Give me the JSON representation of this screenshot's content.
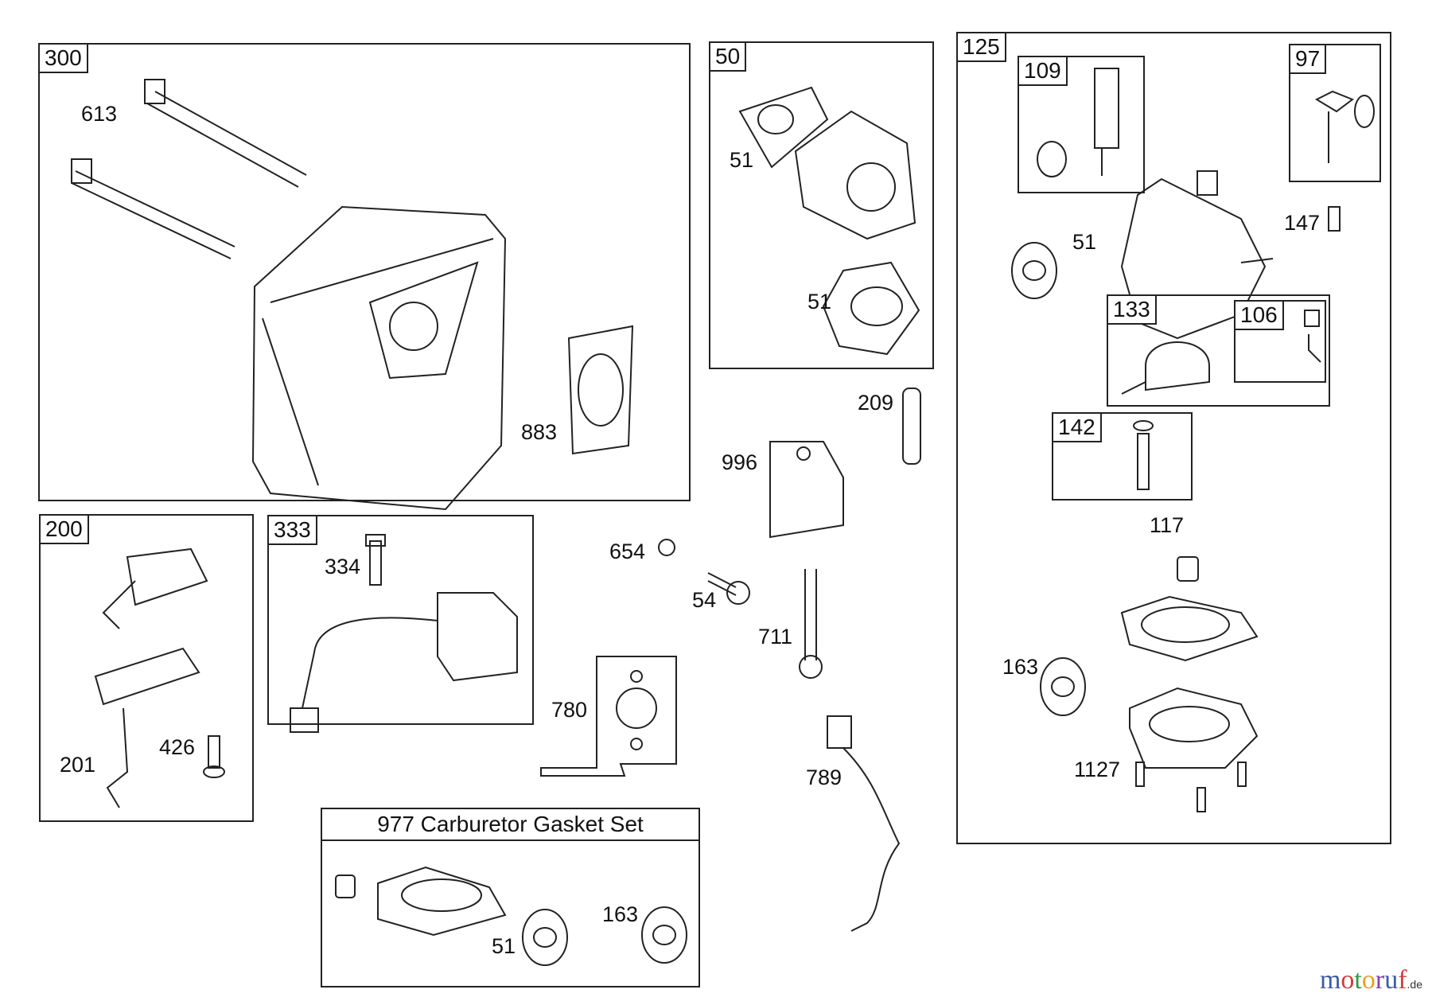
{
  "groups": {
    "g300": "300",
    "g50": "50",
    "g125": "125",
    "g109": "109",
    "g97": "97",
    "g133": "133",
    "g106": "106",
    "g142": "142",
    "g200": "200",
    "g333": "333",
    "g977": "977 Carburetor Gasket Set"
  },
  "parts": {
    "p613": "613",
    "p883": "883",
    "p51a": "51",
    "p51b": "51",
    "p209": "209",
    "p996": "996",
    "p654": "654",
    "p54": "54",
    "p711": "711",
    "p780": "780",
    "p789": "789",
    "p334": "334",
    "p201": "201",
    "p426": "426",
    "p51c": "51",
    "p147": "147",
    "p117": "117",
    "p163a": "163",
    "p1127": "1127",
    "p51d": "51",
    "p163b": "163"
  },
  "logo": {
    "text": "motoruf",
    "suffix": ".de",
    "colors": [
      "#3b5bab",
      "#d63b3b",
      "#2e9b3e",
      "#e8a020",
      "#8a3bb0"
    ]
  }
}
